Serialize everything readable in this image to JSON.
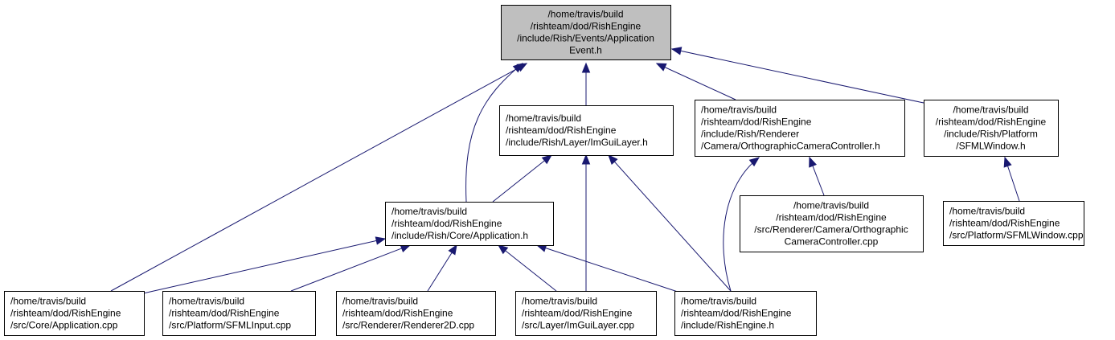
{
  "nodes": [
    {
      "id": "root",
      "lines": [
        "/home/travis/build",
        "/rishteam/dod/RishEngine",
        "/include/Rish/Events/Application",
        "Event.h"
      ]
    },
    {
      "id": "imguilayer_h",
      "lines": [
        "/home/travis/build",
        "/rishteam/dod/RishEngine",
        "/include/Rish/Layer/ImGuiLayer.h"
      ]
    },
    {
      "id": "orthocamctrl_h",
      "lines": [
        "/home/travis/build",
        "/rishteam/dod/RishEngine",
        "/include/Rish/Renderer",
        "/Camera/OrthographicCameraController.h"
      ]
    },
    {
      "id": "sfmlwindow_h",
      "lines": [
        "/home/travis/build",
        "/rishteam/dod/RishEngine",
        "/include/Rish/Platform",
        "/SFMLWindow.h"
      ]
    },
    {
      "id": "application_h",
      "lines": [
        "/home/travis/build",
        "/rishteam/dod/RishEngine",
        "/include/Rish/Core/Application.h"
      ]
    },
    {
      "id": "orthocamctrl_cpp",
      "lines": [
        "/home/travis/build",
        "/rishteam/dod/RishEngine",
        "/src/Renderer/Camera/Orthographic",
        "CameraController.cpp"
      ]
    },
    {
      "id": "sfmlwindow_cpp",
      "lines": [
        "/home/travis/build",
        "/rishteam/dod/RishEngine",
        "/src/Platform/SFMLWindow.cpp"
      ]
    },
    {
      "id": "application_cpp",
      "lines": [
        "/home/travis/build",
        "/rishteam/dod/RishEngine",
        "/src/Core/Application.cpp"
      ]
    },
    {
      "id": "sfmlinput_cpp",
      "lines": [
        "/home/travis/build",
        "/rishteam/dod/RishEngine",
        "/src/Platform/SFMLInput.cpp"
      ]
    },
    {
      "id": "renderer2d_cpp",
      "lines": [
        "/home/travis/build",
        "/rishteam/dod/RishEngine",
        "/src/Renderer/Renderer2D.cpp"
      ]
    },
    {
      "id": "imguilayer_cpp",
      "lines": [
        "/home/travis/build",
        "/rishteam/dod/RishEngine",
        "/src/Layer/ImGuiLayer.cpp"
      ]
    },
    {
      "id": "rishengine_h",
      "lines": [
        "/home/travis/build",
        "/rishteam/dod/RishEngine",
        "/include/RishEngine.h"
      ]
    }
  ],
  "edges": [
    {
      "from": "imguilayer_h",
      "to": "root"
    },
    {
      "from": "orthocamctrl_h",
      "to": "root"
    },
    {
      "from": "sfmlwindow_h",
      "to": "root"
    },
    {
      "from": "application_h",
      "to": "root"
    },
    {
      "from": "application_cpp",
      "to": "root"
    },
    {
      "from": "application_h",
      "to": "imguilayer_h"
    },
    {
      "from": "imguilayer_cpp",
      "to": "imguilayer_h"
    },
    {
      "from": "rishengine_h",
      "to": "imguilayer_h"
    },
    {
      "from": "rishengine_h",
      "to": "orthocamctrl_h"
    },
    {
      "from": "orthocamctrl_cpp",
      "to": "orthocamctrl_h"
    },
    {
      "from": "sfmlwindow_cpp",
      "to": "sfmlwindow_h"
    },
    {
      "from": "application_cpp",
      "to": "application_h"
    },
    {
      "from": "sfmlinput_cpp",
      "to": "application_h"
    },
    {
      "from": "renderer2d_cpp",
      "to": "application_h"
    },
    {
      "from": "imguilayer_cpp",
      "to": "application_h"
    },
    {
      "from": "rishengine_h",
      "to": "application_h"
    }
  ],
  "colors": {
    "edge": "#191970",
    "root_fill": "#bfbfbf",
    "node_fill": "#ffffff",
    "node_border": "#000000"
  }
}
